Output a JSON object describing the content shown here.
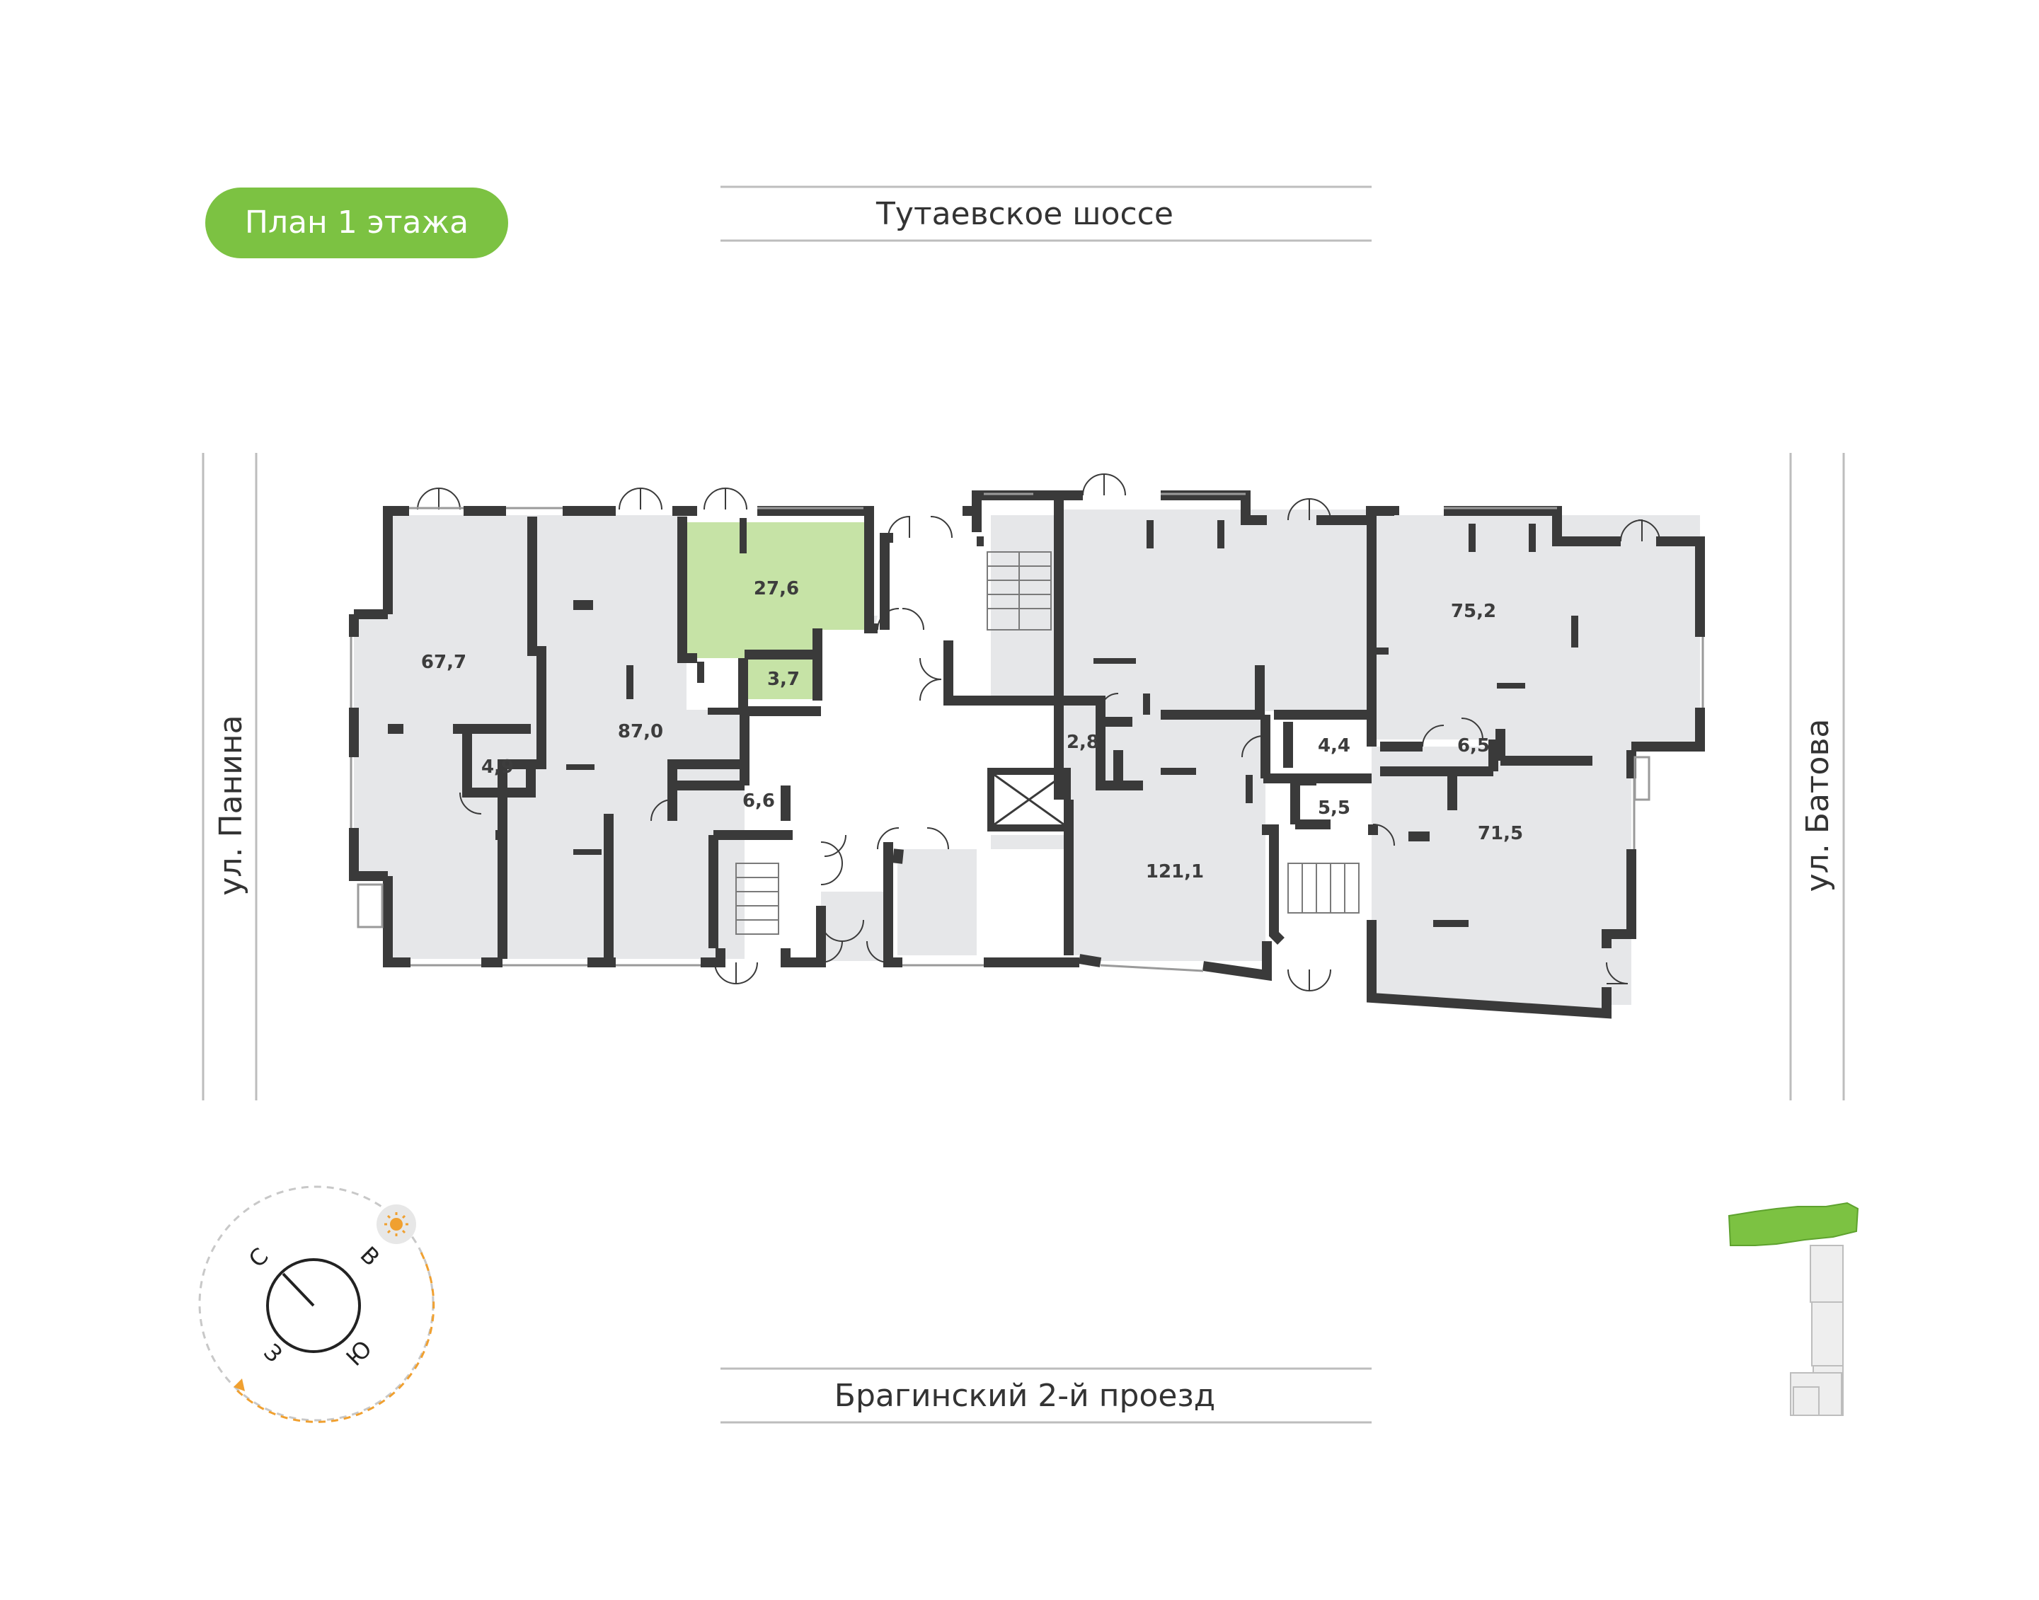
{
  "badge": {
    "label": "План 1 этажа",
    "color": "#7cc242"
  },
  "streets": {
    "top": "Тутаевское шоссе",
    "bottom": "Брагинский 2-й проезд",
    "left": "ул. Панина",
    "right": "ул. Батова"
  },
  "rooms": [
    {
      "id": "r1",
      "label": "67,7",
      "highlighted": false
    },
    {
      "id": "r2",
      "label": "87,0",
      "highlighted": false
    },
    {
      "id": "r3",
      "label": "27,6",
      "highlighted": true
    },
    {
      "id": "r4",
      "label": "3,7",
      "highlighted": true
    },
    {
      "id": "r5",
      "label": "4,9",
      "highlighted": false
    },
    {
      "id": "r6",
      "label": "6,6",
      "highlighted": false
    },
    {
      "id": "r7",
      "label": "2,8",
      "highlighted": false
    },
    {
      "id": "r8",
      "label": "121,1",
      "highlighted": false
    },
    {
      "id": "r9",
      "label": "4,4",
      "highlighted": false
    },
    {
      "id": "r10",
      "label": "6,5",
      "highlighted": false
    },
    {
      "id": "r11",
      "label": "5,5",
      "highlighted": false
    },
    {
      "id": "r12",
      "label": "75,2",
      "highlighted": false
    },
    {
      "id": "r13",
      "label": "71,5",
      "highlighted": false
    }
  ],
  "compass": {
    "north": "С",
    "east": "В",
    "south": "Ю",
    "west": "З",
    "sun_icon": "sun-icon",
    "arrow_color": "#f0a030"
  },
  "colors": {
    "wall": "#3a3a3a",
    "room": "#e6e7e9",
    "highlight": "#c6e3a6",
    "accent": "#7cc242"
  }
}
